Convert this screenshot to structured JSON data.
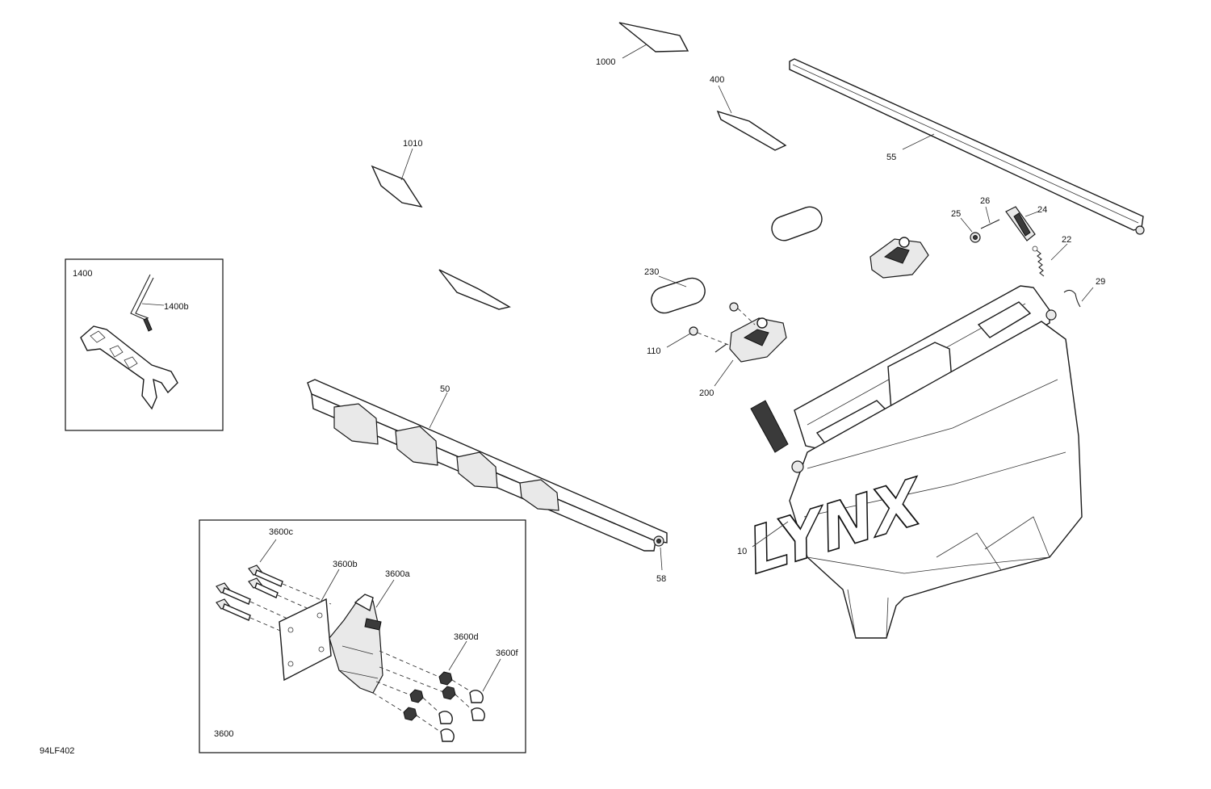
{
  "drawing_number": "94LF402",
  "labels": {
    "l1000": "1000",
    "l400": "400",
    "l55": "55",
    "l1010": "1010",
    "l26": "26",
    "l25": "25",
    "l24": "24",
    "l22": "22",
    "l29": "29",
    "l230": "230",
    "l110": "110",
    "l200": "200",
    "l50": "50",
    "l10": "10",
    "l58": "58"
  },
  "kit_1400": {
    "box_label": "1400",
    "item_b": "1400b"
  },
  "kit_3600": {
    "box_label": "3600",
    "item_a": "3600a",
    "item_b": "3600b",
    "item_c": "3600c",
    "item_d": "3600d",
    "item_f": "3600f"
  },
  "brand_text": "LYNX"
}
